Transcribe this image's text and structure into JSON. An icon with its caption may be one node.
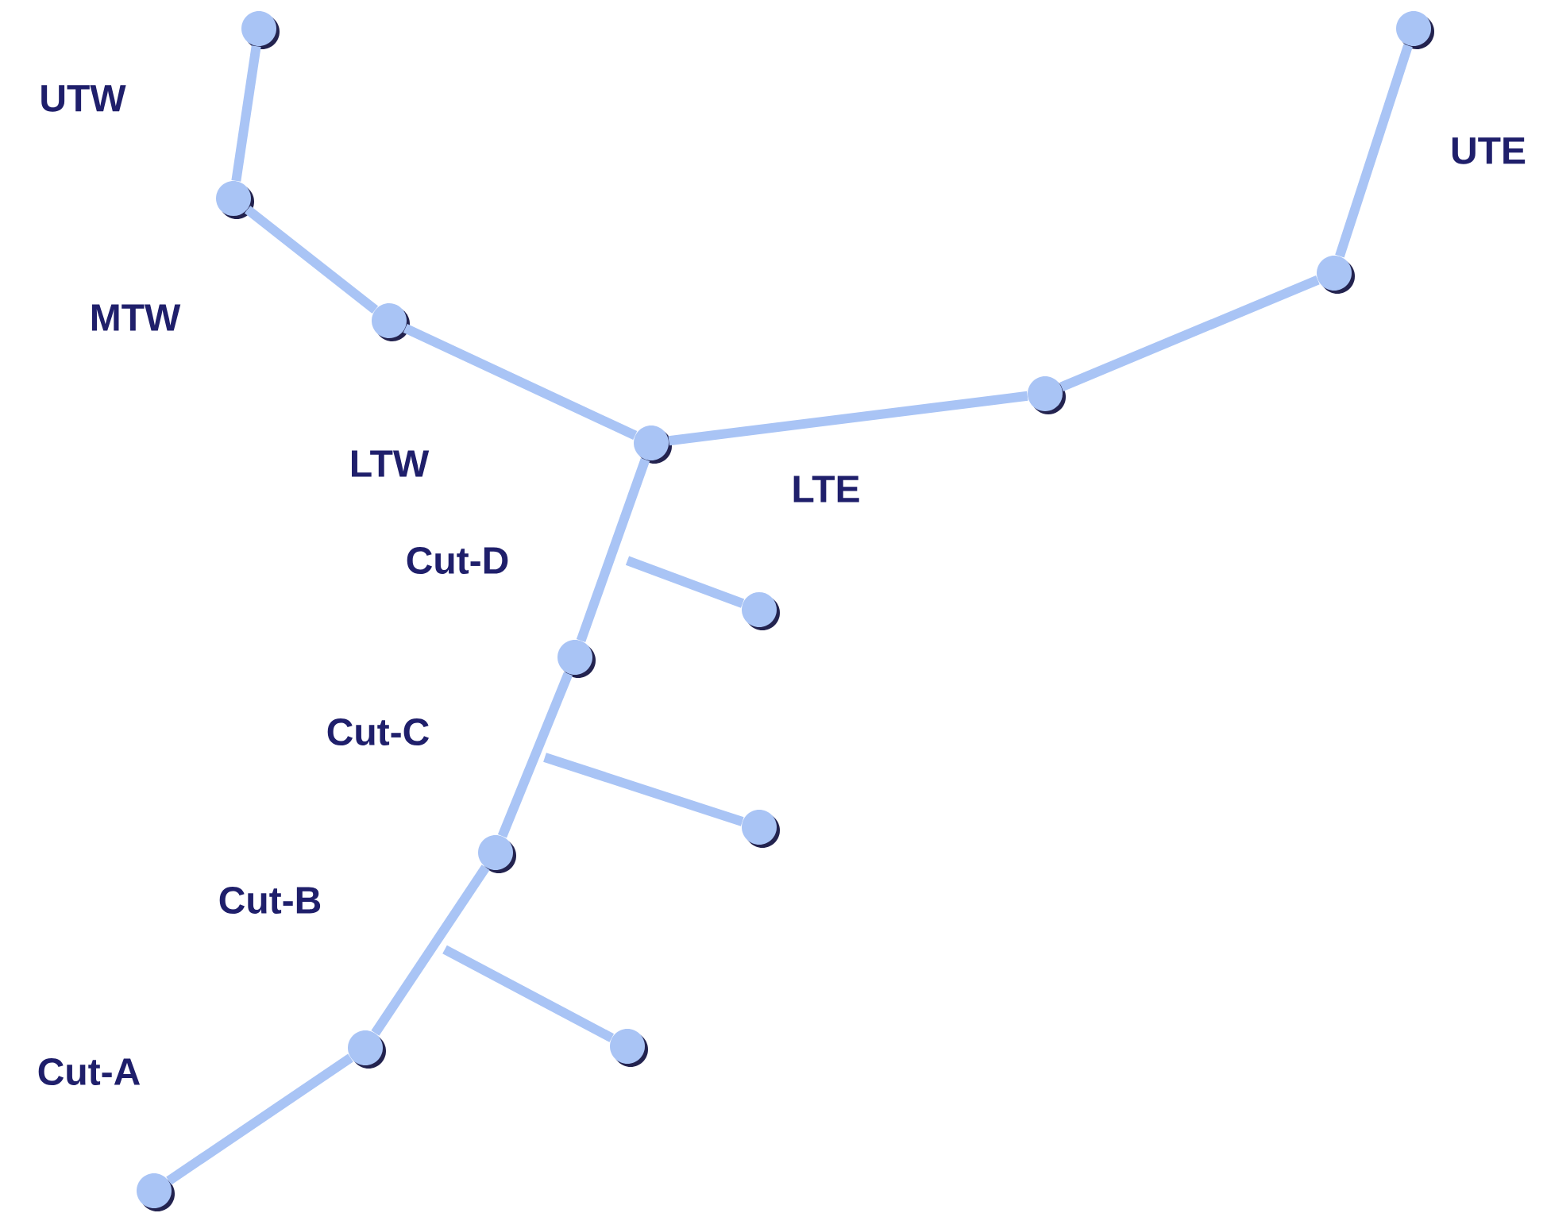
{
  "diagram": {
    "nodes": [
      {
        "text": [],
        "shape": "circle"
      },
      {
        "text": [],
        "shape": "circle"
      },
      {
        "text": [],
        "shape": "circle"
      },
      {
        "text": [],
        "shape": "circle"
      },
      {
        "text": [],
        "shape": "circle"
      },
      {
        "text": [],
        "shape": "circle"
      },
      {
        "text": [],
        "shape": "circle"
      },
      {
        "text": [],
        "shape": "circle"
      },
      {
        "text": [],
        "shape": "circle"
      },
      {
        "text": [],
        "shape": "circle"
      },
      {
        "text": [],
        "shape": "circle"
      },
      {
        "text": [],
        "shape": "circle"
      },
      {
        "text": [],
        "shape": "circle"
      },
      {
        "text": [],
        "shape": "circle"
      }
    ],
    "edges": [
      {
        "from": 0,
        "to": 2,
        "arrow": "none"
      },
      {
        "from": 2,
        "to": 4,
        "arrow": "none"
      },
      {
        "from": 4,
        "to": 6,
        "arrow": "none"
      },
      {
        "from": 6,
        "to": 5,
        "arrow": "none"
      },
      {
        "from": 5,
        "to": 3,
        "arrow": "none"
      },
      {
        "from": 3,
        "to": 1,
        "arrow": "none"
      },
      {
        "from": 6,
        "to": 8,
        "arrow": "none"
      },
      {
        "from": 8,
        "to": 10,
        "arrow": "none"
      },
      {
        "from": 10,
        "to": 12,
        "arrow": "none"
      },
      {
        "from": 12,
        "to": 13,
        "arrow": "none"
      },
      {
        "from": null,
        "to": 7,
        "arrow": "none"
      },
      {
        "from": null,
        "to": 9,
        "arrow": "none"
      },
      {
        "from": null,
        "to": 11,
        "arrow": "none"
      }
    ],
    "labels": [
      "UTW",
      "UTE",
      "MTW",
      "LTW",
      "LTE",
      "Cut-D",
      "Cut-C",
      "Cut-B",
      "Cut-A"
    ]
  }
}
